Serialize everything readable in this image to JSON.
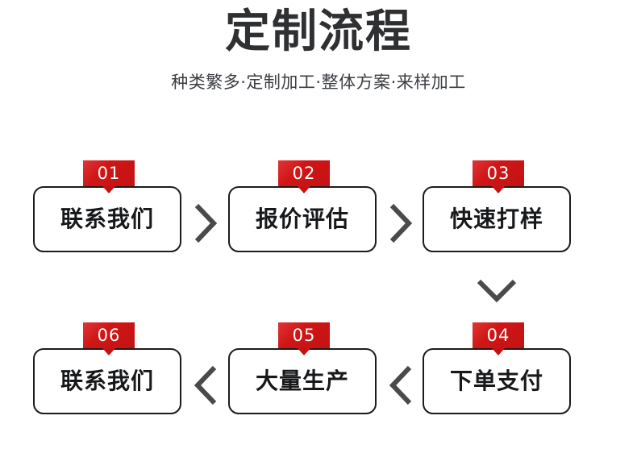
{
  "header": {
    "title": "定制流程",
    "subtitle": "种类繁多·定制加工·整体方案·来样加工"
  },
  "theme": {
    "badge_red": "#cf1616",
    "badge_red_light": "#e03535",
    "badge_red_dark": "#c41212",
    "box_border": "#1c1c1c",
    "text_dark": "#17181a",
    "title_color": "#2f3032",
    "connector_color": "#4a4a4a",
    "background": "#ffffff"
  },
  "flow": {
    "rows": [
      {
        "direction": "left-to-right",
        "steps": [
          {
            "number": "01",
            "label": "联系我们"
          },
          {
            "number": "02",
            "label": "报价评估"
          },
          {
            "number": "03",
            "label": "快速打样"
          }
        ],
        "connectors": [
          {
            "icon": "chevron-right-icon"
          },
          {
            "icon": "chevron-right-icon"
          }
        ]
      },
      {
        "direction": "right-to-left",
        "steps": [
          {
            "number": "06",
            "label": "联系我们"
          },
          {
            "number": "05",
            "label": "大量生产"
          },
          {
            "number": "04",
            "label": "下单支付"
          }
        ],
        "connectors": [
          {
            "icon": "chevron-left-icon"
          },
          {
            "icon": "chevron-left-icon"
          }
        ]
      }
    ],
    "row_connector": {
      "icon": "chevron-down-icon"
    }
  }
}
